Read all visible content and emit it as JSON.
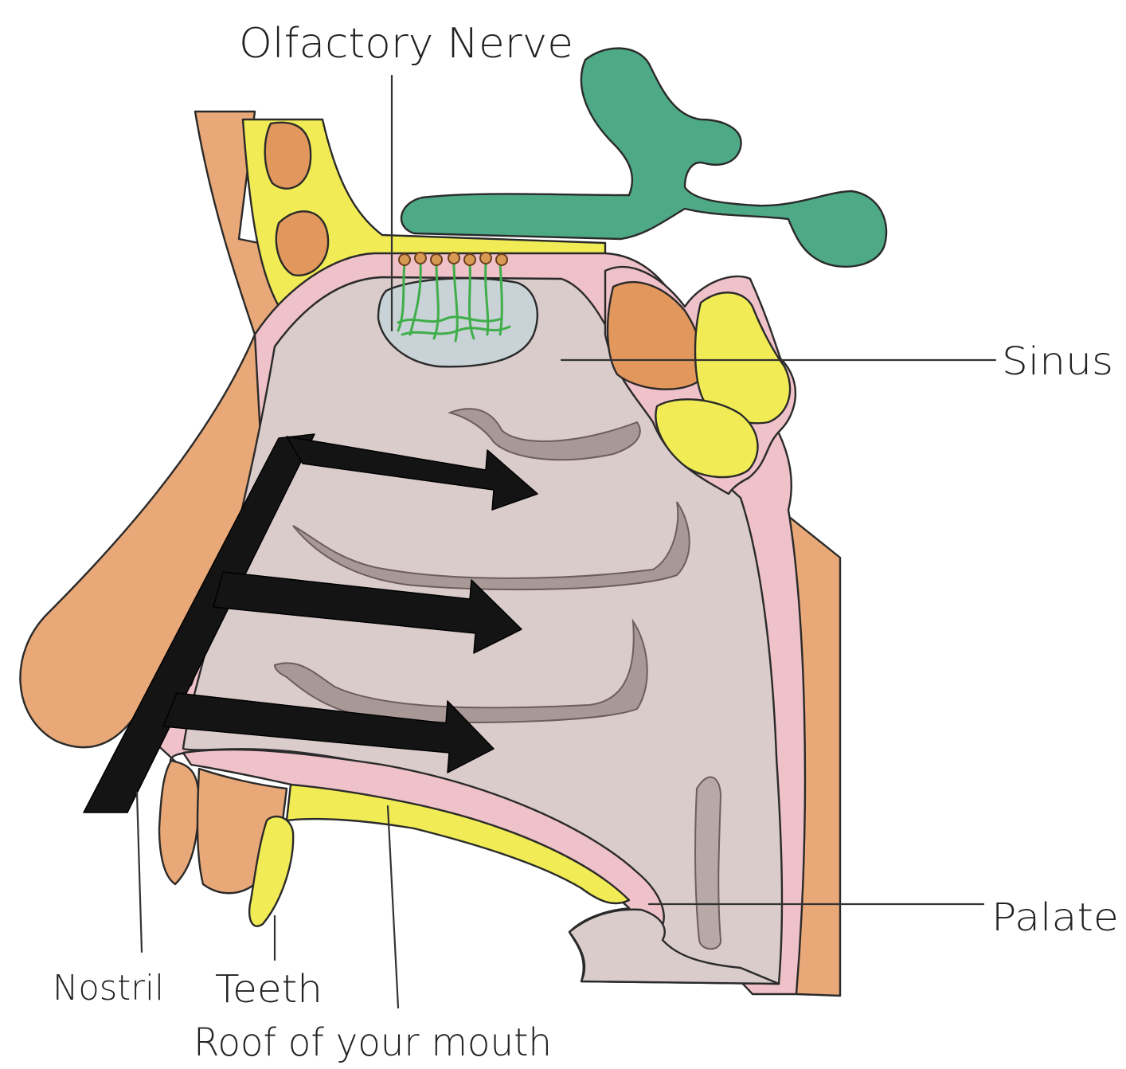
{
  "labels": {
    "olfactory_nerve": "Olfactory Nerve",
    "sinus": "Sinus",
    "palate": "Palate",
    "nostril": "Nostril",
    "teeth": "Teeth",
    "roof_of_mouth": "Roof of your mouth"
  },
  "colors": {
    "background": "#ffffff",
    "skin_tissue": "#e9a878",
    "bone_yellow": "#f1ec55",
    "membrane_pink": "#efc1c8",
    "nasal_cavity": "#d9cccb",
    "turbinate_shadow": "#a89896",
    "brain_green": "#4ea987",
    "olfactory_bulb": "#c9d2d6",
    "nerve_green": "#3fae4a",
    "nerve_endings": "#d79a55",
    "air_arrows": "#141414"
  }
}
